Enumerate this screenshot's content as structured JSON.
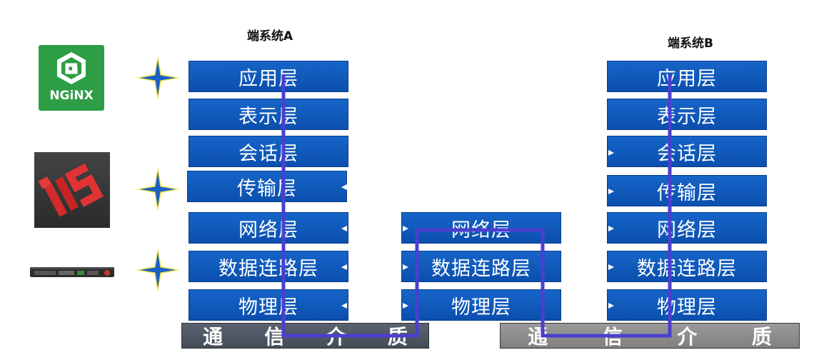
{
  "titles": {
    "system_a": "端系统A",
    "system_b": "端系统B"
  },
  "system_a_layers": [
    "应用层",
    "表示层",
    "会话层",
    "传输层",
    "网络层",
    "数据连路层",
    "物理层"
  ],
  "relay_layers": [
    "网络层",
    "数据连路层",
    "物理层"
  ],
  "system_b_layers": [
    "应用层",
    "表示层",
    "会话层",
    "传输层",
    "网络层",
    "数据连路层",
    "物理层"
  ],
  "medium_chars": [
    "通",
    "信",
    "介",
    "质"
  ],
  "icons": {
    "nginx_logo_text": "NGiNX"
  },
  "colors": {
    "layer_blue": "#1361c4",
    "path_purple": "#4b3fcf",
    "star_yellow": "#f2e24a",
    "star_blue": "#1c5fc7",
    "medium_dark": "#505865",
    "medium_light": "#8f8f8f"
  }
}
